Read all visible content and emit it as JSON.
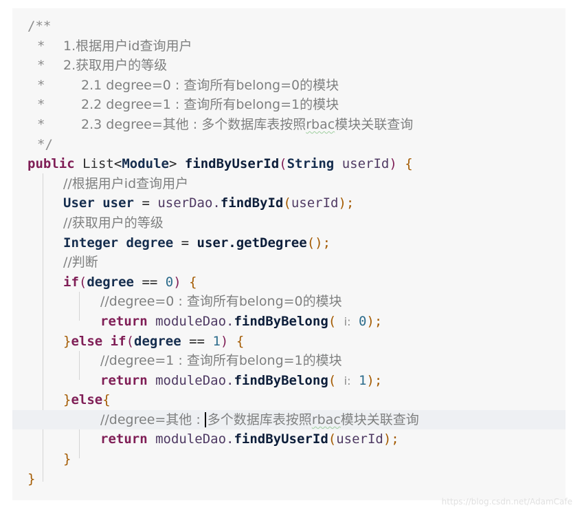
{
  "doc": {
    "l1": "/**",
    "l2_star": "*",
    "l2_text": "1.根据用户id查询用户",
    "l3_star": "*",
    "l3_text": "2.获取用户的等级",
    "l4_star": "*",
    "l4_text": "2.1 degree=0 : 查询所有belong=0的模块",
    "l5_star": "*",
    "l5_text": "2.2 degree=1 : 查询所有belong=1的模块",
    "l6_star": "*",
    "l6_text_a": "2.3 degree=其他 : 多个数据库表按照",
    "l6_text_b": "rbac",
    "l6_text_c": "模块关联查询",
    "l7": "*/"
  },
  "sig": {
    "public": "public",
    "list": "List",
    "lt": "<",
    "module": "Module",
    "gt": ">",
    "method": "findByUserId",
    "lparen": "(",
    "string": "String",
    "param": "userId",
    "rparen": ")",
    "lbrace": "{"
  },
  "body": {
    "c1": "//根据用户id查询用户",
    "user_type": "User",
    "user_var": "user",
    "eq1": "=",
    "userdao": "userDao.",
    "find_by_id": "findById",
    "fbi_lp": "(",
    "fbi_arg": "userId",
    "fbi_rp": ");",
    "c2": "//获取用户的等级",
    "int_type": "Integer",
    "degree_var": "degree",
    "eq2": "=",
    "get_degree": "user.getDegree",
    "gd_parens": "();",
    "c3": "//判断",
    "if_kw": "if",
    "if_lp": "(",
    "if_cond": "degree",
    "if_eq": "==",
    "if_num": "0",
    "if_rp": ")",
    "if_lb": "{",
    "c4": "//degree=0 : 查询所有belong=0的模块",
    "ret1": "return",
    "mdao1": "moduleDao.",
    "fbb1": "findByBelong",
    "fbb1_lp": "(",
    "hint1": "i:",
    "arg1": "0",
    "fbb1_rp": ");",
    "else_rb1": "}",
    "else_kw1": "else",
    "if_kw2": "if",
    "if2_lp": "(",
    "if2_cond": "degree",
    "if2_eq": "==",
    "if2_num": "1",
    "if2_rp": ")",
    "if2_lb": "{",
    "c5": "//degree=1 : 查询所有belong=1的模块",
    "ret2": "return",
    "mdao2": "moduleDao.",
    "fbb2": "findByBelong",
    "fbb2_lp": "(",
    "hint2": "i:",
    "arg2": "1",
    "fbb2_rp": ");",
    "else_rb2": "}",
    "else_kw2": "else",
    "else_lb2": "{",
    "c6a": "//degree=其他 : ",
    "c6b": "多个数据库表按照",
    "c6c": "rbac",
    "c6d": "模块关联查询",
    "ret3": "return",
    "mdao3": "moduleDao.",
    "fbu": "findByUserId",
    "fbu_lp": "(",
    "fbu_arg": "userId",
    "fbu_rp": ");",
    "close_inner": "}",
    "close_method": "}"
  },
  "watermark": "https://blog.csdn.net/AdamCafe"
}
